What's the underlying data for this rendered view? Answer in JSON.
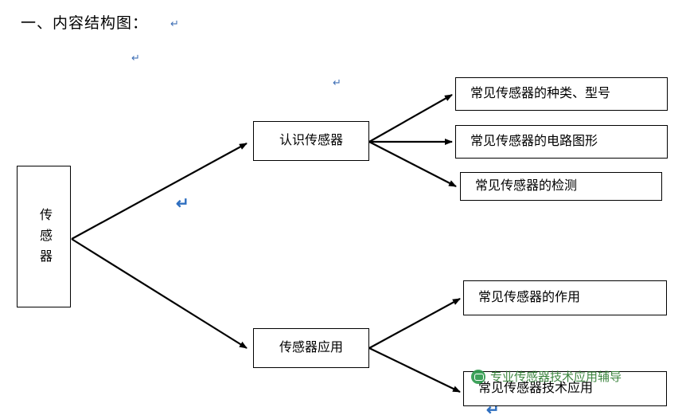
{
  "page": {
    "title": "一、内容结构图："
  },
  "nodes": {
    "root": "传感器",
    "branch_top": "认识传感器",
    "branch_bottom": "传感器应用",
    "leaves_top": [
      "常见传感器的种类、型号",
      "常见传感器的电路图形",
      "常见传感器的检测"
    ],
    "leaves_bottom": [
      "常见传感器的作用",
      "常见传感器技术应用"
    ]
  },
  "marks": {
    "pilcrow": "↵",
    "arrow": "↵"
  },
  "watermark": {
    "text": "专业传感器技术应用辅导"
  },
  "colors": {
    "accent": "#2f6fc0",
    "mark": "#3f6fb5",
    "watermark": "#2f7d32",
    "line": "#000000"
  }
}
